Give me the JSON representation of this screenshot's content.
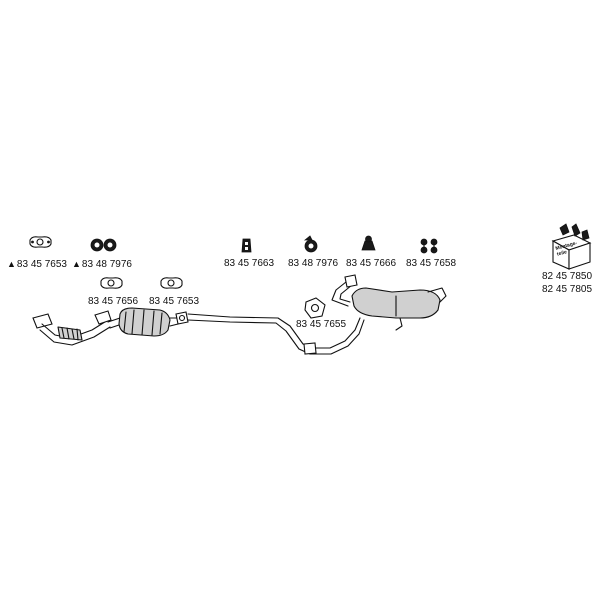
{
  "parts_top": [
    {
      "number": "83 45 7653",
      "warning": "▲"
    },
    {
      "number": "83 48 7976",
      "warning": "▲"
    },
    {
      "number": "83 45 7663",
      "warning": ""
    },
    {
      "number": "83 48 7976",
      "warning": ""
    },
    {
      "number": "83 45 7666",
      "warning": ""
    },
    {
      "number": "83 45 7658",
      "warning": ""
    }
  ],
  "parts_mid": [
    {
      "number": "83 45 7656"
    },
    {
      "number": "83 45 7653"
    },
    {
      "number": "83 45 7655"
    }
  ],
  "mounting_kit": {
    "box_text_1": "Montage-",
    "box_text_2": "teile",
    "numbers": [
      "82 45 7850",
      "82 45 7805"
    ]
  },
  "colors": {
    "line": "#111111",
    "fill": "#d0d0d0",
    "background": "#ffffff"
  }
}
